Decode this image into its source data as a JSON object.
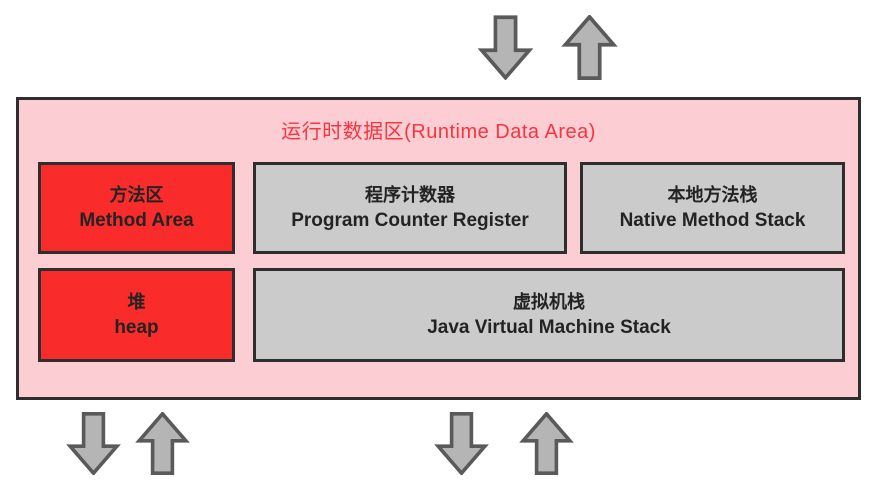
{
  "title": "运行时数据区(Runtime Data Area)",
  "boxes": {
    "method_area": {
      "zh": "方法区",
      "en": "Method Area"
    },
    "program_counter": {
      "zh": "程序计数器",
      "en": "Program Counter Register"
    },
    "native_method_stack": {
      "zh": "本地方法栈",
      "en": "Native Method Stack"
    },
    "heap": {
      "zh": "堆",
      "en": "heap"
    },
    "jvm_stack": {
      "zh": "虚拟机栈",
      "en": "Java Virtual Machine Stack"
    }
  },
  "arrows": {
    "top_center": [
      "arrow-down",
      "arrow-up"
    ],
    "bottom_left": [
      "arrow-down",
      "arrow-up"
    ],
    "bottom_center": [
      "arrow-down",
      "arrow-up"
    ]
  },
  "colors": {
    "container_bg": "#fccdd3",
    "highlight_red": "#fa2b2b",
    "box_gray": "#cbcbcb",
    "box_border": "#2e2e2e",
    "title_red": "#f8353f",
    "arrow_fill": "#b5b5b5",
    "arrow_stroke": "#5a5a5a",
    "text_dark": "#232323"
  }
}
